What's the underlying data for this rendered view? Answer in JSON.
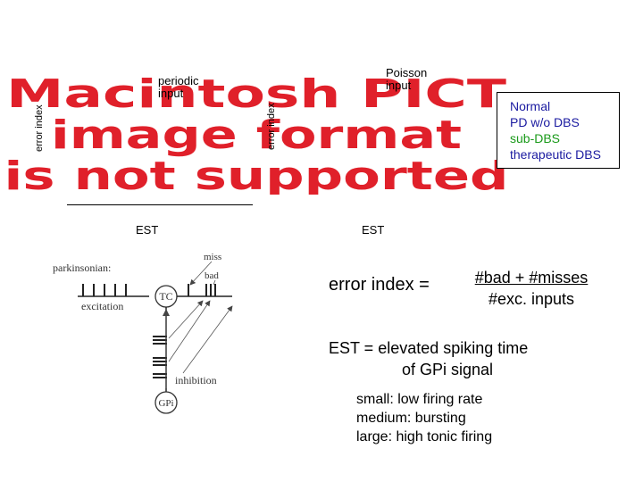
{
  "placeholder_image": {
    "lines": [
      "Macintosh PICT",
      "image format",
      "is not supported"
    ],
    "color": "#e0202a"
  },
  "left_panel": {
    "y_axis_label": "error index",
    "title_line1": "periodic",
    "title_line2": "input",
    "x_axis_label": "EST"
  },
  "right_panel": {
    "y_axis_label": "error index",
    "title_line1": "Poisson",
    "title_line2": "input",
    "x_axis_label": "EST"
  },
  "legend": {
    "items": [
      {
        "label": "Normal",
        "color": "#1a1aa0"
      },
      {
        "label": "PD w/o DBS",
        "color": "#1a1aa0"
      },
      {
        "label": "sub-DBS",
        "color": "#1a9a1a"
      },
      {
        "label": "therapeutic DBS",
        "color": "#1a1aa0"
      }
    ]
  },
  "formula": {
    "lhs": "error index =",
    "numerator": "#bad + #misses",
    "denominator": "#exc. inputs"
  },
  "est_definition": {
    "line1": "EST = elevated spiking time",
    "line2": "of GPi signal"
  },
  "size_notes": [
    "small: low firing rate",
    "medium:  bursting",
    "large:  high tonic firing"
  ],
  "schematic": {
    "parkinsonian": "parkinsonian:",
    "excitation": "excitation",
    "tc": "TC",
    "miss": "miss",
    "bad": "bad",
    "inhibition": "inhibition",
    "gpi": "GPi"
  }
}
